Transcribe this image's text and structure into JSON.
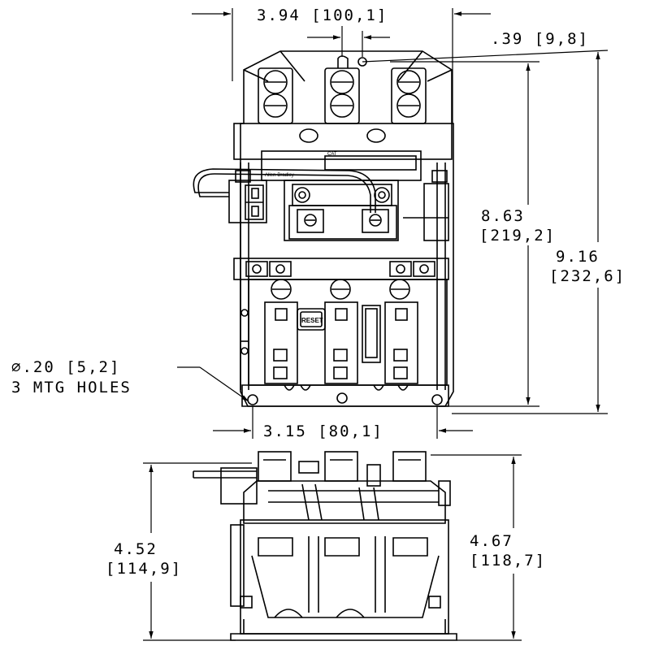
{
  "dimensions": {
    "overall_width": "3.94 [100,1]",
    "terminal_offset": ".39 [9,8]",
    "inner_height": "8.63",
    "inner_height_metric": "[219,2]",
    "overall_height": "9.16",
    "overall_height_metric": "[232,6]",
    "hole_diameter": "∅.20 [5,2]",
    "hole_count": "3 MTG HOLES",
    "hole_spacing": "3.15 [80,1]",
    "depth_left": "4.52",
    "depth_left_metric": "[114,9]",
    "depth_right": "4.67",
    "depth_right_metric": "[118,7]"
  },
  "labels": {
    "reset": "RESET",
    "cat": "CAT",
    "brand": "Allen-Bradley"
  },
  "colors": {
    "line": "#000000",
    "background": "#ffffff"
  }
}
